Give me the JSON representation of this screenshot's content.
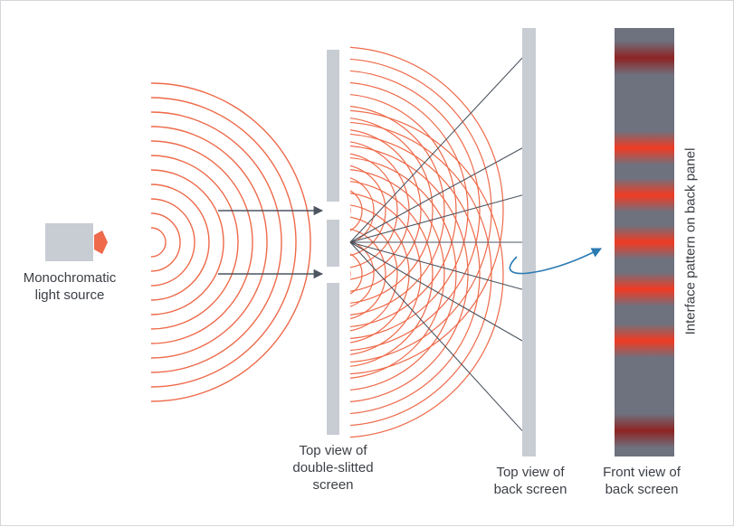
{
  "labels": {
    "source": [
      "Monochromatic",
      "light source"
    ],
    "slits": [
      "Top view of",
      "double-slitted",
      "screen"
    ],
    "back_top": [
      "Top view of",
      "back screen"
    ],
    "back_front": [
      "Front view of",
      "back screen"
    ],
    "vertical": "Interface pattern on back panel"
  },
  "colors": {
    "wave": "#ee6a4a",
    "screen": "#c8cdd3",
    "ray": "#4c5560",
    "arrow_blue": "#2b7bb2",
    "panel": "#6e727f",
    "fringe_bright": "#f03a22",
    "fringe_dark": "#8e2323"
  },
  "fringes": [
    {
      "position": 0.07,
      "intensity": 0.55,
      "tone": "dark"
    },
    {
      "position": 0.28,
      "intensity": 0.7,
      "tone": "bright"
    },
    {
      "position": 0.39,
      "intensity": 0.9,
      "tone": "bright"
    },
    {
      "position": 0.5,
      "intensity": 1.0,
      "tone": "bright"
    },
    {
      "position": 0.61,
      "intensity": 0.9,
      "tone": "bright"
    },
    {
      "position": 0.73,
      "intensity": 0.7,
      "tone": "bright"
    },
    {
      "position": 0.94,
      "intensity": 0.55,
      "tone": "dark"
    }
  ]
}
